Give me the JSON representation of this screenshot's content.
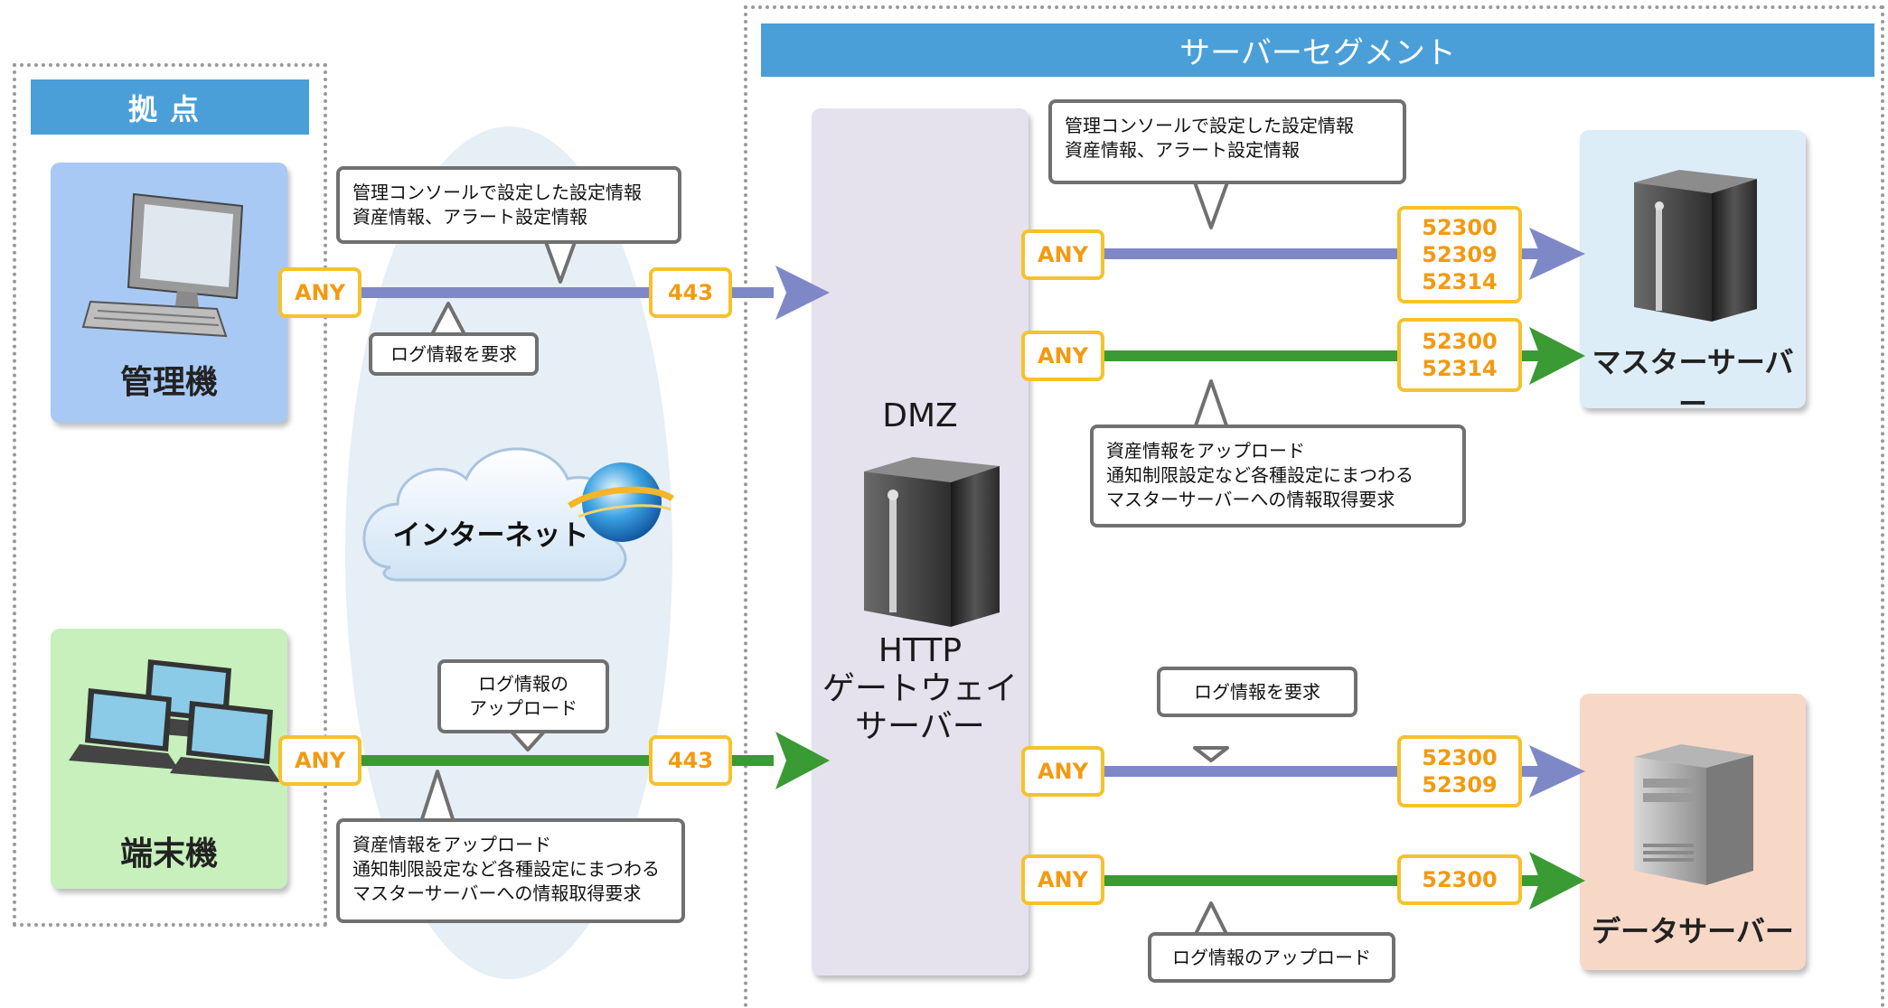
{
  "site": {
    "title": "拠点"
  },
  "server_segment": {
    "title": "サーバーセグメント"
  },
  "internet": {
    "label": "インターネット"
  },
  "devices": {
    "admin": {
      "label": "管理機"
    },
    "terminal": {
      "label": "端末機"
    }
  },
  "dmz": {
    "zone": "DMZ",
    "server_lines": [
      "HTTP",
      "ゲートウェイ",
      "サーバー"
    ]
  },
  "servers": {
    "master": {
      "label": "マスターサーバー"
    },
    "data": {
      "label": "データサーバー"
    }
  },
  "ports": {
    "any": "ANY",
    "https": "443",
    "master_blue": [
      "52300",
      "52309",
      "52314"
    ],
    "master_green": [
      "52300",
      "52314"
    ],
    "data_blue": [
      "52300",
      "52309"
    ],
    "data_green": [
      "52300"
    ]
  },
  "callouts": {
    "admin_settings": [
      "管理コンソールで設定した設定情報",
      "資産情報、アラート設定情報"
    ],
    "admin_log_request": [
      "ログ情報を要求"
    ],
    "terminal_log_upload": [
      "ログ情報の",
      "アップロード"
    ],
    "terminal_asset_upload": [
      "資産情報をアップロード",
      "通知制限設定など各種設定にまつわる",
      "マスターサーバーへの情報取得要求"
    ],
    "master_settings": [
      "管理コンソールで設定した設定情報",
      "資産情報、アラート設定情報"
    ],
    "master_asset_upload": [
      "資産情報をアップロード",
      "通知制限設定など各種設定にまつわる",
      "マスターサーバーへの情報取得要求"
    ],
    "data_log_request": [
      "ログ情報を要求"
    ],
    "data_log_upload": [
      "ログ情報のアップロード"
    ]
  },
  "colors": {
    "header": "#4a9fd8",
    "blue_line": "#7f88c7",
    "green_line": "#3a9a34",
    "port_border": "#f5c22b",
    "port_text": "#f29a11",
    "admin_card": "#a9c9f5",
    "terminal_card": "#c7f0bc",
    "master_card": "#dcedf8",
    "data_card": "#f7d8c6",
    "dmz_panel": "#e5e2ee"
  }
}
